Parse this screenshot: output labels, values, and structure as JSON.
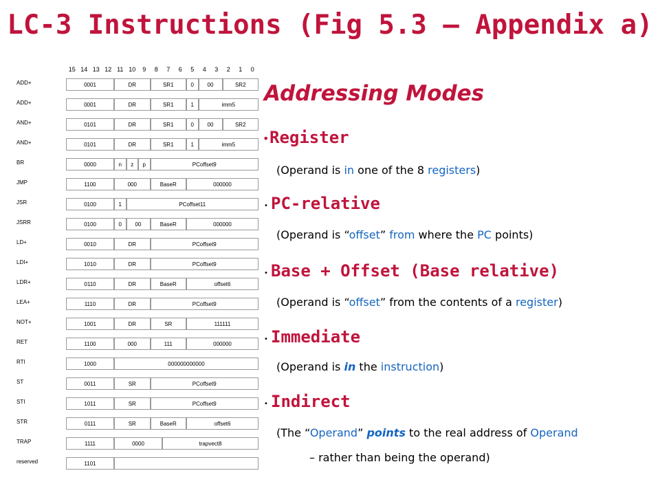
{
  "title": "LC-3 Instructions (Fig 5.3 – Appendix a)",
  "bit_numbers": [
    "15",
    "14",
    "13",
    "12",
    "11",
    "10",
    "9",
    "8",
    "7",
    "6",
    "5",
    "4",
    "3",
    "2",
    "1",
    "0"
  ],
  "instructions": [
    {
      "op": "ADD+",
      "fields": [
        {
          "text": "0001",
          "w": 4
        },
        {
          "text": "DR",
          "w": 3
        },
        {
          "text": "SR1",
          "w": 3
        },
        {
          "text": "0",
          "w": 1
        },
        {
          "text": "00",
          "w": 2
        },
        {
          "text": "SR2",
          "w": 3
        }
      ]
    },
    {
      "op": "ADD+",
      "fields": [
        {
          "text": "0001",
          "w": 4
        },
        {
          "text": "DR",
          "w": 3
        },
        {
          "text": "SR1",
          "w": 3
        },
        {
          "text": "1",
          "w": 1
        },
        {
          "text": "imm5",
          "w": 5
        }
      ]
    },
    {
      "op": "AND+",
      "fields": [
        {
          "text": "0101",
          "w": 4
        },
        {
          "text": "DR",
          "w": 3
        },
        {
          "text": "SR1",
          "w": 3
        },
        {
          "text": "0",
          "w": 1
        },
        {
          "text": "00",
          "w": 2
        },
        {
          "text": "SR2",
          "w": 3
        }
      ]
    },
    {
      "op": "AND+",
      "fields": [
        {
          "text": "0101",
          "w": 4
        },
        {
          "text": "DR",
          "w": 3
        },
        {
          "text": "SR1",
          "w": 3
        },
        {
          "text": "1",
          "w": 1
        },
        {
          "text": "imm5",
          "w": 5
        }
      ]
    },
    {
      "op": "BR",
      "fields": [
        {
          "text": "0000",
          "w": 4
        },
        {
          "text": "n",
          "w": 1
        },
        {
          "text": "z",
          "w": 1
        },
        {
          "text": "p",
          "w": 1
        },
        {
          "text": "PCoffset9",
          "w": 9
        }
      ]
    },
    {
      "op": "JMP",
      "fields": [
        {
          "text": "1100",
          "w": 4
        },
        {
          "text": "000",
          "w": 3
        },
        {
          "text": "BaseR",
          "w": 3
        },
        {
          "text": "000000",
          "w": 6
        }
      ]
    },
    {
      "op": "JSR",
      "fields": [
        {
          "text": "0100",
          "w": 4
        },
        {
          "text": "1",
          "w": 1
        },
        {
          "text": "PCoffset11",
          "w": 11
        }
      ]
    },
    {
      "op": "JSRR",
      "fields": [
        {
          "text": "0100",
          "w": 4
        },
        {
          "text": "0",
          "w": 1
        },
        {
          "text": "00",
          "w": 2
        },
        {
          "text": "BaseR",
          "w": 3
        },
        {
          "text": "000000",
          "w": 6
        }
      ]
    },
    {
      "op": "LD+",
      "fields": [
        {
          "text": "0010",
          "w": 4
        },
        {
          "text": "DR",
          "w": 3
        },
        {
          "text": "PCoffset9",
          "w": 9
        }
      ]
    },
    {
      "op": "LDI+",
      "fields": [
        {
          "text": "1010",
          "w": 4
        },
        {
          "text": "DR",
          "w": 3
        },
        {
          "text": "PCoffset9",
          "w": 9
        }
      ]
    },
    {
      "op": "LDR+",
      "fields": [
        {
          "text": "0110",
          "w": 4
        },
        {
          "text": "DR",
          "w": 3
        },
        {
          "text": "BaseR",
          "w": 3
        },
        {
          "text": "offset6",
          "w": 6
        }
      ]
    },
    {
      "op": "LEA+",
      "fields": [
        {
          "text": "1110",
          "w": 4
        },
        {
          "text": "DR",
          "w": 3
        },
        {
          "text": "PCoffset9",
          "w": 9
        }
      ]
    },
    {
      "op": "NOT+",
      "fields": [
        {
          "text": "1001",
          "w": 4
        },
        {
          "text": "DR",
          "w": 3
        },
        {
          "text": "SR",
          "w": 3
        },
        {
          "text": "111111",
          "w": 6
        }
      ]
    },
    {
      "op": "RET",
      "fields": [
        {
          "text": "1100",
          "w": 4
        },
        {
          "text": "000",
          "w": 3
        },
        {
          "text": "111",
          "w": 3
        },
        {
          "text": "000000",
          "w": 6
        }
      ]
    },
    {
      "op": "RTI",
      "fields": [
        {
          "text": "1000",
          "w": 4
        },
        {
          "text": "000000000000",
          "w": 12
        }
      ]
    },
    {
      "op": "ST",
      "fields": [
        {
          "text": "0011",
          "w": 4
        },
        {
          "text": "SR",
          "w": 3
        },
        {
          "text": "PCoffset9",
          "w": 9
        }
      ]
    },
    {
      "op": "STI",
      "fields": [
        {
          "text": "1011",
          "w": 4
        },
        {
          "text": "SR",
          "w": 3
        },
        {
          "text": "PCoffset9",
          "w": 9
        }
      ]
    },
    {
      "op": "STR",
      "fields": [
        {
          "text": "0111",
          "w": 4
        },
        {
          "text": "SR",
          "w": 3
        },
        {
          "text": "BaseR",
          "w": 3
        },
        {
          "text": "offset6",
          "w": 6
        }
      ]
    },
    {
      "op": "TRAP",
      "fields": [
        {
          "text": "1111",
          "w": 4
        },
        {
          "text": "0000",
          "w": 4
        },
        {
          "text": "trapvect8",
          "w": 8
        }
      ]
    },
    {
      "op": "reserved",
      "fields": [
        {
          "text": "1101",
          "w": 4
        },
        {
          "text": "",
          "w": 12
        }
      ]
    }
  ],
  "modes": {
    "title": "Addressing Modes",
    "register": {
      "bullet": "•",
      "head": "Register",
      "d1": "(Operand is ",
      "d2": "in",
      "d3": " one of the 8 ",
      "d4": "registers",
      "d5": ")"
    },
    "pcrel": {
      "bullet": "•",
      "head": "PC-relative",
      "d1": "(Operand is “",
      "d2": "offset",
      "d3": "” ",
      "d4": "from",
      "d5": " where the ",
      "d6": "PC",
      "d7": " points)"
    },
    "base": {
      "bullet": "•",
      "head": "Base + Offset  (Base relative)",
      "d1": "(Operand is “",
      "d2": "offset",
      "d3": "” from the contents of a ",
      "d4": "register",
      "d5": ")"
    },
    "imm": {
      "bullet": "•",
      "head": "Immediate",
      "d1": "(Operand is ",
      "d2": "in",
      "d3": " the ",
      "d4": "instruction",
      "d5": ")"
    },
    "ind": {
      "bullet": "•",
      "head": "Indirect",
      "d1": "(The “",
      "d2": "Operand",
      "d3": "” ",
      "d4": "points",
      "d5": " to the real address of ",
      "d6": "Operand",
      "l2": "– rather than being the operand)"
    }
  }
}
